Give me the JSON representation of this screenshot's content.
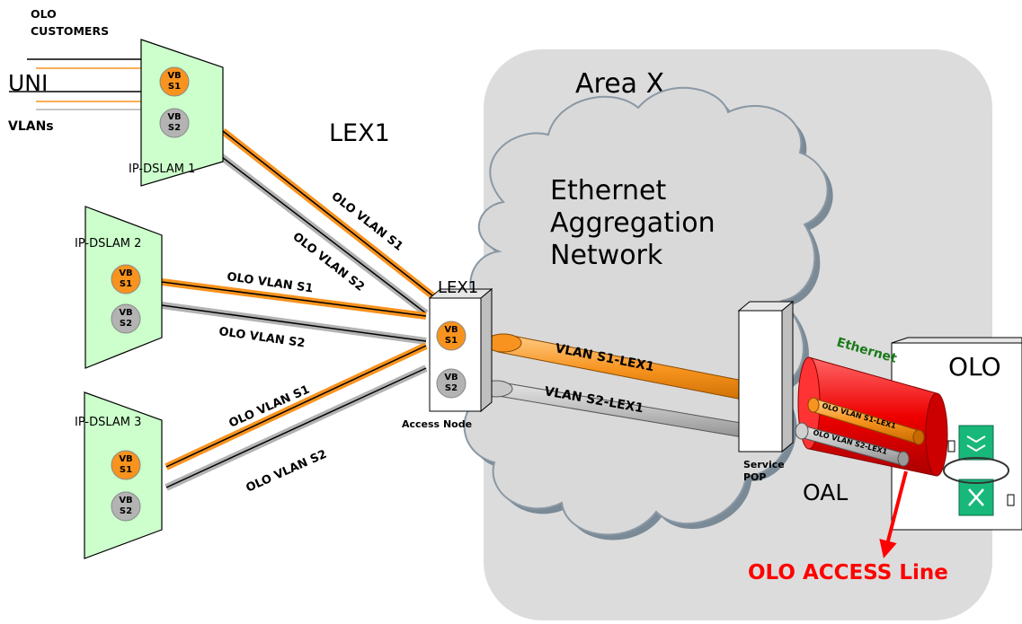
{
  "labels": {
    "olo_customers_1": "OLO",
    "olo_customers_2": "CUSTOMERS",
    "uni": "UNI",
    "vlans": "VLANs",
    "lex1_title": "LEX1",
    "area_x": "Area X",
    "cloud_1": "Ethernet",
    "cloud_2": "Aggregation",
    "cloud_3": "Network",
    "lex1_box": "LEX1",
    "access_node": "Access Node",
    "service_1": "Service",
    "service_2": "POP",
    "oal": "OAL",
    "olo_box": "OLO",
    "ethernet": "Ethernet",
    "olo_access_line": "OLO ACCESS Line"
  },
  "dslams": [
    {
      "name": "IP-DSLAM 1",
      "s1_a": "VB",
      "s1_b": "S1",
      "s2_a": "VB",
      "s2_b": "S2"
    },
    {
      "name": "IP-DSLAM 2",
      "s1_a": "VB",
      "s1_b": "S1",
      "s2_a": "VB",
      "s2_b": "S2"
    },
    {
      "name": "IP-DSLAM 3",
      "s1_a": "VB",
      "s1_b": "S1",
      "s2_a": "VB",
      "s2_b": "S2"
    }
  ],
  "access_node_ports": {
    "s1_a": "VB",
    "s1_b": "S1",
    "s2_a": "VB",
    "s2_b": "S2"
  },
  "links": {
    "d1_s1": "OLO VLAN S1",
    "d1_s2": "OLO VLAN S2",
    "d2_s1": "OLO VLAN S1",
    "d2_s2": "OLO VLAN S2",
    "d3_s1": "OLO VLAN S1",
    "d3_s2": "OLO VLAN S2"
  },
  "tunnels": {
    "s1": "VLAN S1-LEX1",
    "s2": "VLAN S2-LEX1",
    "olo_s1": "OLO VLAN S1-LEX1",
    "olo_s2": "OLO VLAN S2-LEX1"
  },
  "colors": {
    "orange": "#f7931e",
    "gray": "#b3b3b3",
    "dslam_fill": "#ccffcc",
    "cloud_fill": "#d9d9d9",
    "red": "#ff0000",
    "ethernet_text": "#1a7a1a"
  }
}
